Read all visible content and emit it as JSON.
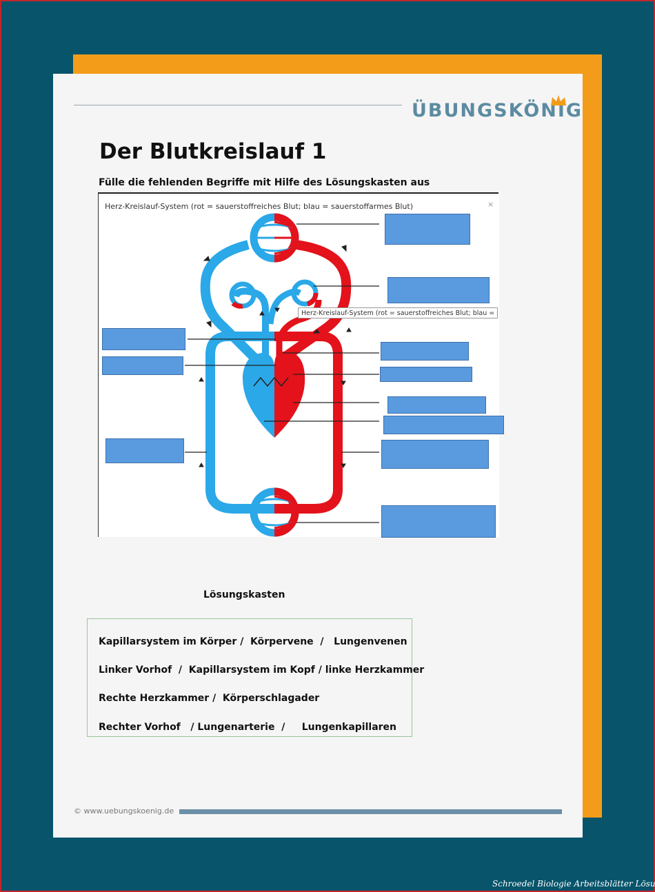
{
  "brand": {
    "name": "ÜBUNGSKÖNIG"
  },
  "worksheet": {
    "title": "Der Blutkreislauf 1",
    "instruction": "Fülle die fehlenden Begriffe mit Hilfe des Lösungskasten aus"
  },
  "figure": {
    "caption": "Herz-Kreislauf-System (rot = sauerstoffreiches Blut; blau = sauerstoffarmes Blut)",
    "close_symbol": "×",
    "tooltip": "Herz-Kreislauf-System (rot = sauerstoffreiches Blut; blau = sauerstoffarmes Blut)"
  },
  "solution": {
    "title": "Lösungskasten",
    "lines": [
      "Kapillarsystem im Körper /  Körpervene  /   Lungenvenen",
      "Linker Vorhof  /  Kapillarsystem im Kopf / linke Herzkammer",
      "Rechte Herzkammer /  Körperschlagader",
      "Rechter Vorhof   / Lungenarterie  /     Lungenkapillaren"
    ]
  },
  "footer": {
    "url": "© www.uebungskoenig.de"
  },
  "watermark": "Schroedel Biologie Arbeitsblätter Lösungen",
  "colors": {
    "oxygen_rich": "#e3121b",
    "oxygen_poor": "#2aa8e8",
    "label_box": "#5a9be0",
    "accent_orange": "#f39c19",
    "background": "#07546b"
  }
}
